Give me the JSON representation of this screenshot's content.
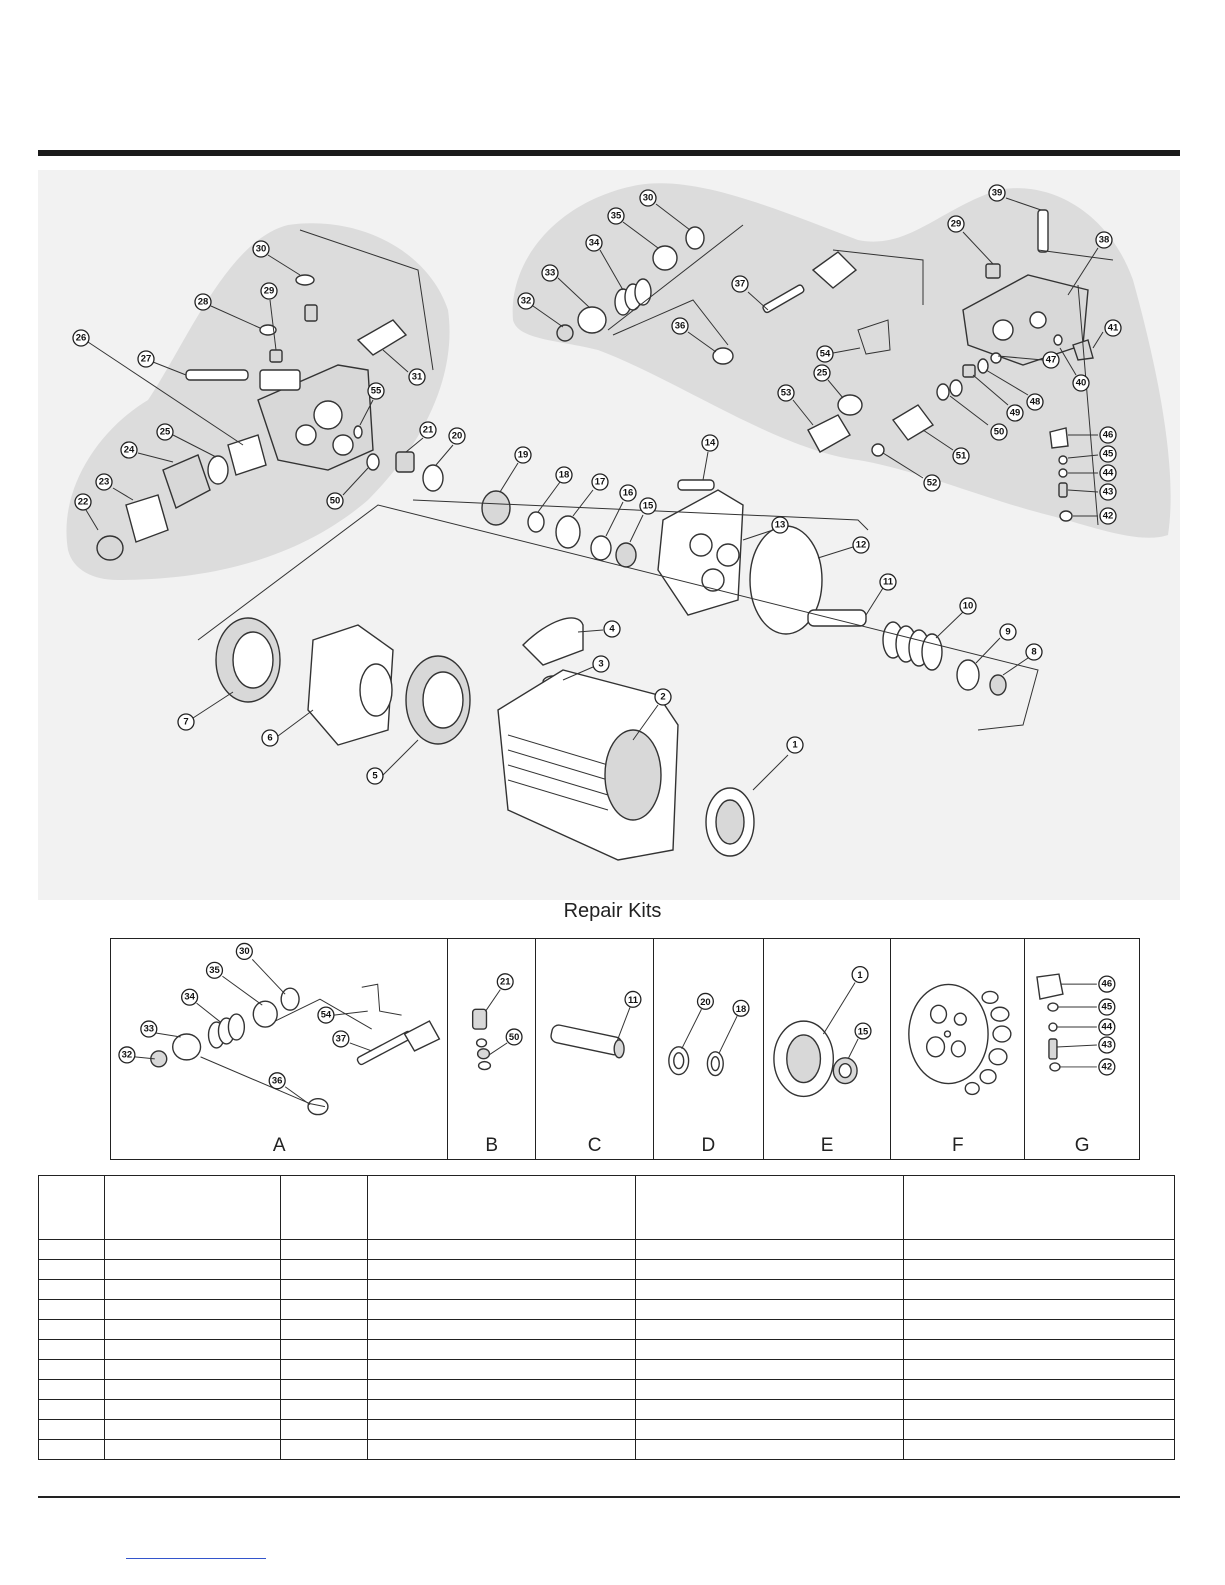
{
  "diagram": {
    "callouts": [
      "1",
      "2",
      "3",
      "4",
      "5",
      "6",
      "7",
      "8",
      "9",
      "10",
      "11",
      "12",
      "13",
      "14",
      "15",
      "16",
      "17",
      "18",
      "19",
      "20",
      "21",
      "22",
      "23",
      "24",
      "25",
      "26",
      "27",
      "28",
      "29",
      "30",
      "31",
      "32",
      "33",
      "34",
      "35",
      "36",
      "37",
      "38",
      "39",
      "40",
      "41",
      "42",
      "43",
      "44",
      "45",
      "46",
      "47",
      "48",
      "49",
      "50",
      "51",
      "52",
      "53",
      "54",
      "55"
    ]
  },
  "repair_kits": {
    "title": "Repair Kits",
    "kits": [
      {
        "label": "A",
        "callouts": [
          "30",
          "35",
          "34",
          "54",
          "33",
          "37",
          "32",
          "36"
        ]
      },
      {
        "label": "B",
        "callouts": [
          "21",
          "50"
        ]
      },
      {
        "label": "C",
        "callouts": [
          "11"
        ]
      },
      {
        "label": "D",
        "callouts": [
          "20",
          "18"
        ]
      },
      {
        "label": "E",
        "callouts": [
          "1",
          "15"
        ]
      },
      {
        "label": "F",
        "callouts": []
      },
      {
        "label": "G",
        "callouts": [
          "46",
          "45",
          "44",
          "43",
          "42"
        ]
      }
    ]
  },
  "parts_table": {
    "columns": 6,
    "rows": 11
  }
}
